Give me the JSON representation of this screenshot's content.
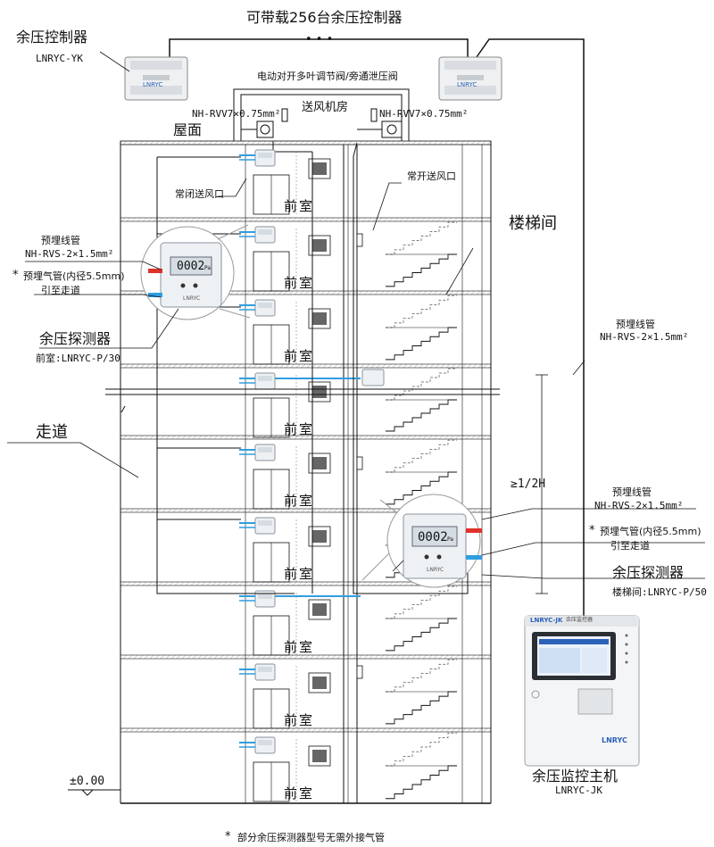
{
  "title": "可带载256台余压控制器",
  "ellipsis": "• • •",
  "controller": {
    "title": "余压控制器",
    "model": "LNRYC-YK",
    "brand": "LNRYC"
  },
  "damper_label": "电动对开多叶调节阀/旁通泄压阀",
  "cable_left": "NH-RVV7×0.75mm²",
  "cable_right": "NH-RVV7×0.75mm²",
  "fan_room": "送风机房",
  "roof": "屋面",
  "closed_vent": "常闭送风口",
  "open_vent": "常开送风口",
  "stairwell": "楼梯间",
  "front_room": "前室",
  "corridor": "走道",
  "conduit_left": {
    "title": "预埋线管",
    "spec": "NH-RVS-2×1.5mm²"
  },
  "air_pipe_left": {
    "title": "预埋气管(内径5.5mm)",
    "route": "引至走道"
  },
  "detector_left": {
    "title": "余压探测器",
    "model": "前室:LNRYC-P/30",
    "display": "0002",
    "unit": "Pa",
    "brand": "LNRYC"
  },
  "conduit_right_top": {
    "title": "预埋线管",
    "spec": "NH-RVS-2×1.5mm²"
  },
  "half_height": "≥1/2H",
  "conduit_right": {
    "title": "预埋线管",
    "spec": "NH-RVS-2×1.5mm²"
  },
  "air_pipe_right": {
    "title": "预埋气管(内径5.5mm)",
    "route": "引至走道"
  },
  "detector_right": {
    "title": "余压探测器",
    "model": "楼梯间:LNRYC-P/50",
    "display": "0002",
    "unit": "Pa",
    "brand": "LNRYC"
  },
  "host": {
    "brand": "LNRYC-JK",
    "brand_sub": "余压监控器",
    "title": "余压监控主机",
    "model": "LNRYC-JK",
    "logo": "LNRYC"
  },
  "level": "±0.00",
  "footnote": "部分余压探测器型号无需外接气管",
  "asterisk": "*",
  "colors": {
    "red_pipe": "#e0312c",
    "blue_pipe": "#2f9ee0",
    "line": "#111111",
    "device": "#e9ecef"
  }
}
